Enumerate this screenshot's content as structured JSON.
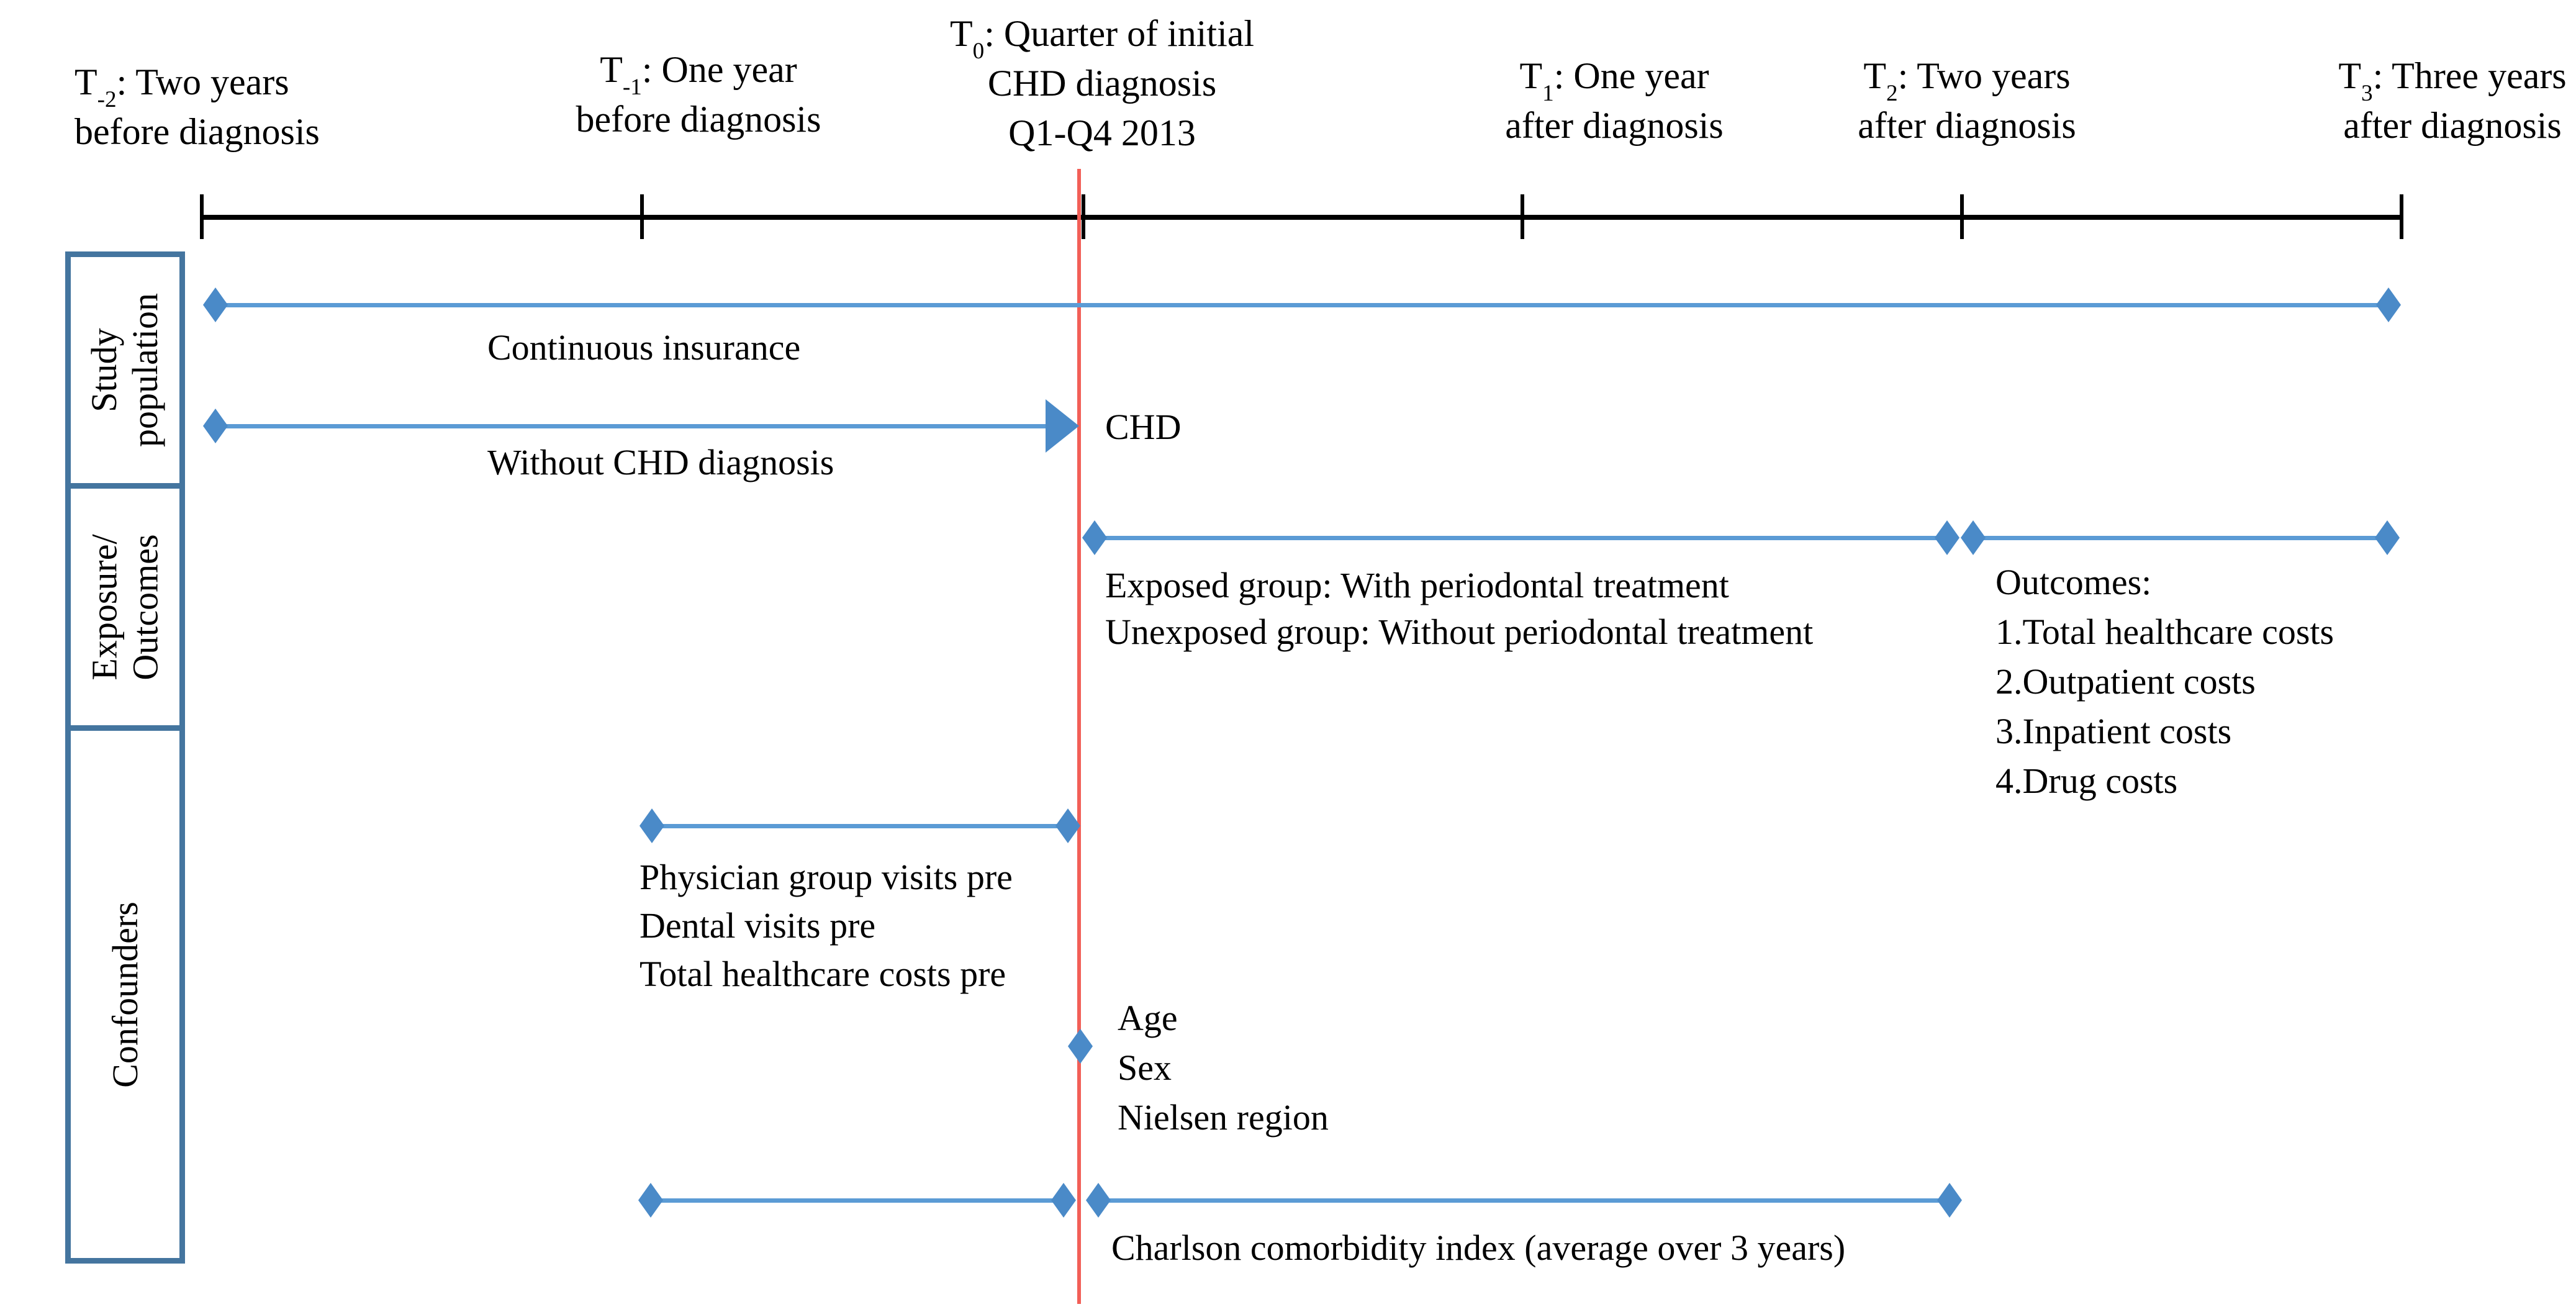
{
  "timeline": {
    "timepoints": [
      {
        "t": "T",
        "sub": "-2",
        "line1": ": Two years",
        "line2": "before diagnosis",
        "line3": ""
      },
      {
        "t": "T",
        "sub": "-1",
        "line1": ": One year",
        "line2": "before diagnosis",
        "line3": ""
      },
      {
        "t": "T",
        "sub": "0",
        "line1": ": Quarter of initial",
        "line2": "CHD diagnosis",
        "line3": "Q1-Q4 2013"
      },
      {
        "t": "T",
        "sub": "1",
        "line1": ": One year",
        "line2": "after diagnosis",
        "line3": ""
      },
      {
        "t": "T",
        "sub": "2",
        "line1": ": Two years",
        "line2": "after diagnosis",
        "line3": ""
      },
      {
        "t": "T",
        "sub": "3",
        "line1": ": Three years",
        "line2": "after diagnosis",
        "line3": ""
      }
    ]
  },
  "sidebar": {
    "rows": [
      {
        "label": [
          "Study",
          "population"
        ]
      },
      {
        "label": [
          "Exposure/",
          "Outcomes"
        ]
      },
      {
        "label": [
          "Confounders"
        ]
      }
    ]
  },
  "study_population": {
    "continuous_insurance": "Continuous insurance",
    "without_chd": "Without CHD diagnosis",
    "chd": "CHD"
  },
  "exposure_outcomes": {
    "exposed": "Exposed group: With periodontal treatment",
    "unexposed": "Unexposed group: Without periodontal treatment",
    "outcomes_title": "Outcomes:",
    "outcomes": [
      "1.Total healthcare costs",
      "2.Outpatient costs",
      "3.Inpatient costs",
      "4.Drug costs"
    ]
  },
  "confounders": {
    "pre_period": [
      "Physician group visits pre",
      "Dental visits pre",
      "Total healthcare costs pre"
    ],
    "demographics": [
      "Age",
      "Sex",
      "Nielsen region"
    ],
    "charlson": "Charlson comorbidity index (average over 3 years)"
  },
  "colors": {
    "connector": "#5b9bd5",
    "diamond": "#4a8ac8",
    "timeline": "#000000",
    "event_line": "#f25f57",
    "box_border": "#44759f"
  }
}
